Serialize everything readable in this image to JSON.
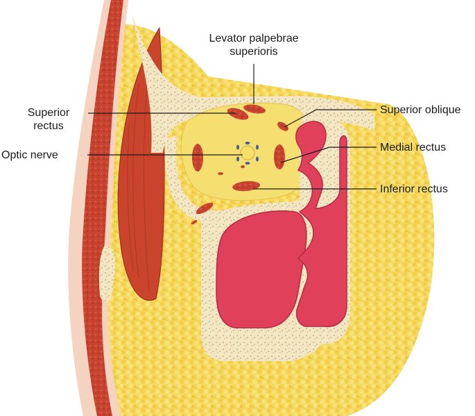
{
  "labels": {
    "levator_line1": "Levator palpebrae",
    "levator_line2": "superioris",
    "superior_rectus_line1": "Superior",
    "superior_rectus_line2": "rectus",
    "optic_nerve": "Optic nerve",
    "superior_oblique": "Superior oblique",
    "medial_rectus": "Medial rectus",
    "inferior_rectus": "Inferior rectus"
  },
  "colors": {
    "fat": "#f5d75a",
    "bone": "#f3e6c2",
    "muscle": "#c7432f",
    "sinus": "#e2405c",
    "skin": "#f4d3c0",
    "nerve_sheath": "#4a5a9a",
    "leader_line": "#1a1a1a"
  }
}
